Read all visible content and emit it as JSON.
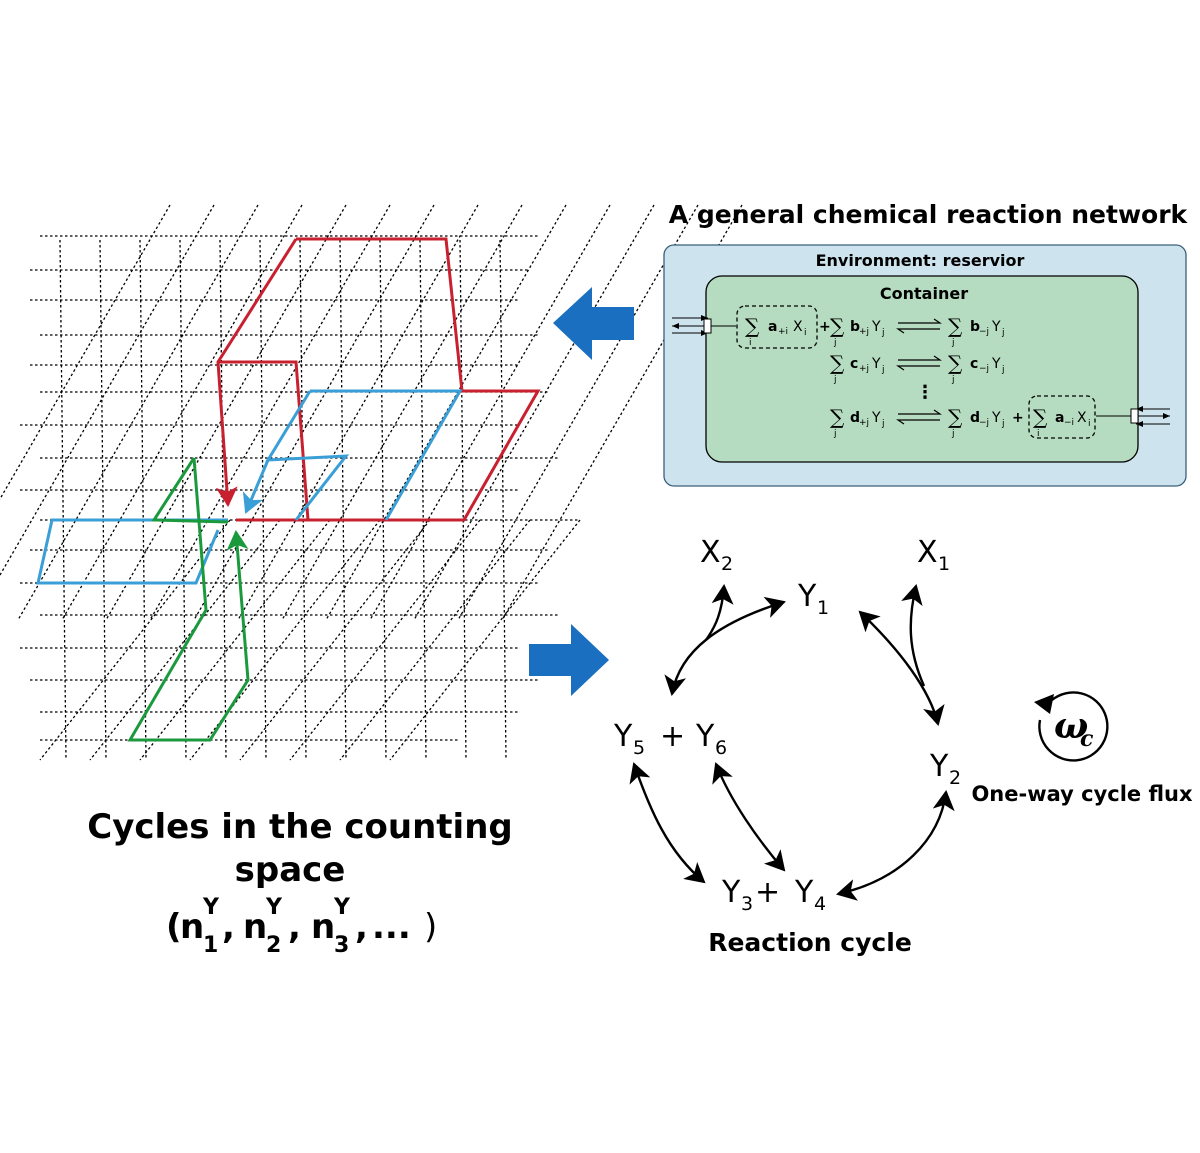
{
  "network": {
    "title": "A general chemical reaction network",
    "environment_label": "Environment: reservior",
    "container_label": "Container",
    "eq": {
      "sum": "∑",
      "plus": "+",
      "a_plus": "a",
      "a_plus_sub": "+i",
      "a_minus": "a",
      "a_minus_sub": "−i",
      "b_plus": "b",
      "b_plus_sub": "+j",
      "b_minus": "b",
      "b_minus_sub": "−j",
      "c_plus": "c",
      "c_plus_sub": "+j",
      "c_minus": "c",
      "c_minus_sub": "−j",
      "d_plus": "d",
      "d_plus_sub": "+j",
      "d_minus": "d",
      "d_minus_sub": "−j",
      "X": "X",
      "Y": "Y",
      "i": "i",
      "j": "j",
      "dots": "⋮"
    }
  },
  "lattice": {
    "caption_line1": "Cycles in the counting",
    "caption_line2": "space",
    "tuple": {
      "open": "(",
      "n": "n",
      "sup": "Y",
      "sub1": "1",
      "sub2": "2",
      "sub3": "3",
      "comma": ",",
      "ellipsis": "...",
      "close": ")"
    },
    "colors": {
      "red": "#c8202f",
      "blue": "#3a9fd6",
      "green": "#1a9a3c",
      "grid": "#000000"
    }
  },
  "cycle": {
    "X2": {
      "base": "X",
      "sub": "2"
    },
    "X1": {
      "base": "X",
      "sub": "1"
    },
    "Y1": {
      "base": "Y",
      "sub": "1"
    },
    "Y2": {
      "base": "Y",
      "sub": "2"
    },
    "Y3": {
      "base": "Y",
      "sub": "3"
    },
    "Y4": {
      "base": "Y",
      "sub": "4"
    },
    "Y5": {
      "base": "Y",
      "sub": "5"
    },
    "Y6": {
      "base": "Y",
      "sub": "6"
    },
    "plus": "+",
    "caption": "Reaction cycle",
    "flux_label": "One-way cycle flux",
    "omega": "ω",
    "omega_sub": "c"
  },
  "colors": {
    "env_fill": "#cde4ef",
    "container_fill": "#b5dcc0",
    "arrow_blue": "#1a6fc0"
  }
}
